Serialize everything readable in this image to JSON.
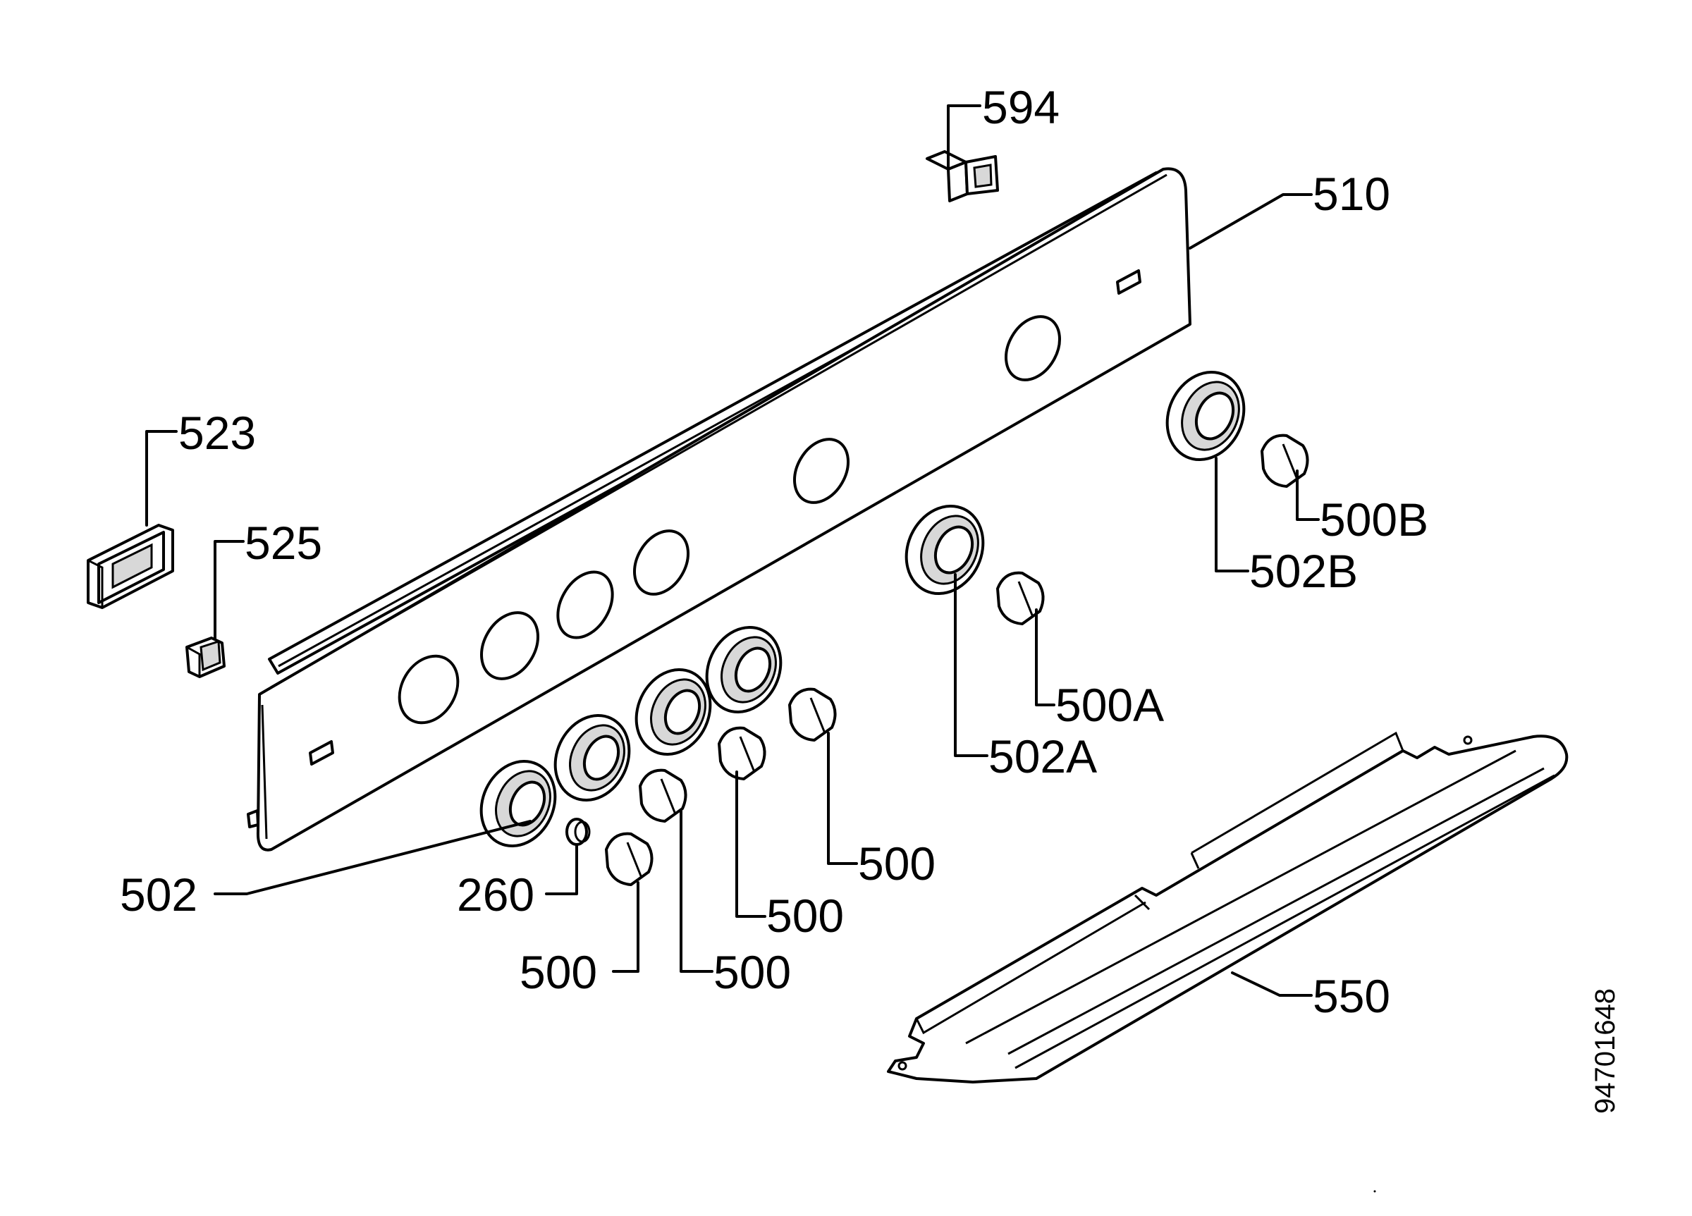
{
  "doc_id": "94701648",
  "labels": {
    "p594": "594",
    "p510": "510",
    "p523": "523",
    "p525": "525",
    "p500b": "500B",
    "p502b": "502B",
    "p500a": "500A",
    "p502a": "502A",
    "p502": "502",
    "p260": "260",
    "p500_1": "500",
    "p500_2": "500",
    "p500_3": "500",
    "p500_4": "500",
    "p550": "550"
  },
  "colors": {
    "line": "#000000",
    "background": "#ffffff",
    "shade": "#d8d8d8"
  }
}
